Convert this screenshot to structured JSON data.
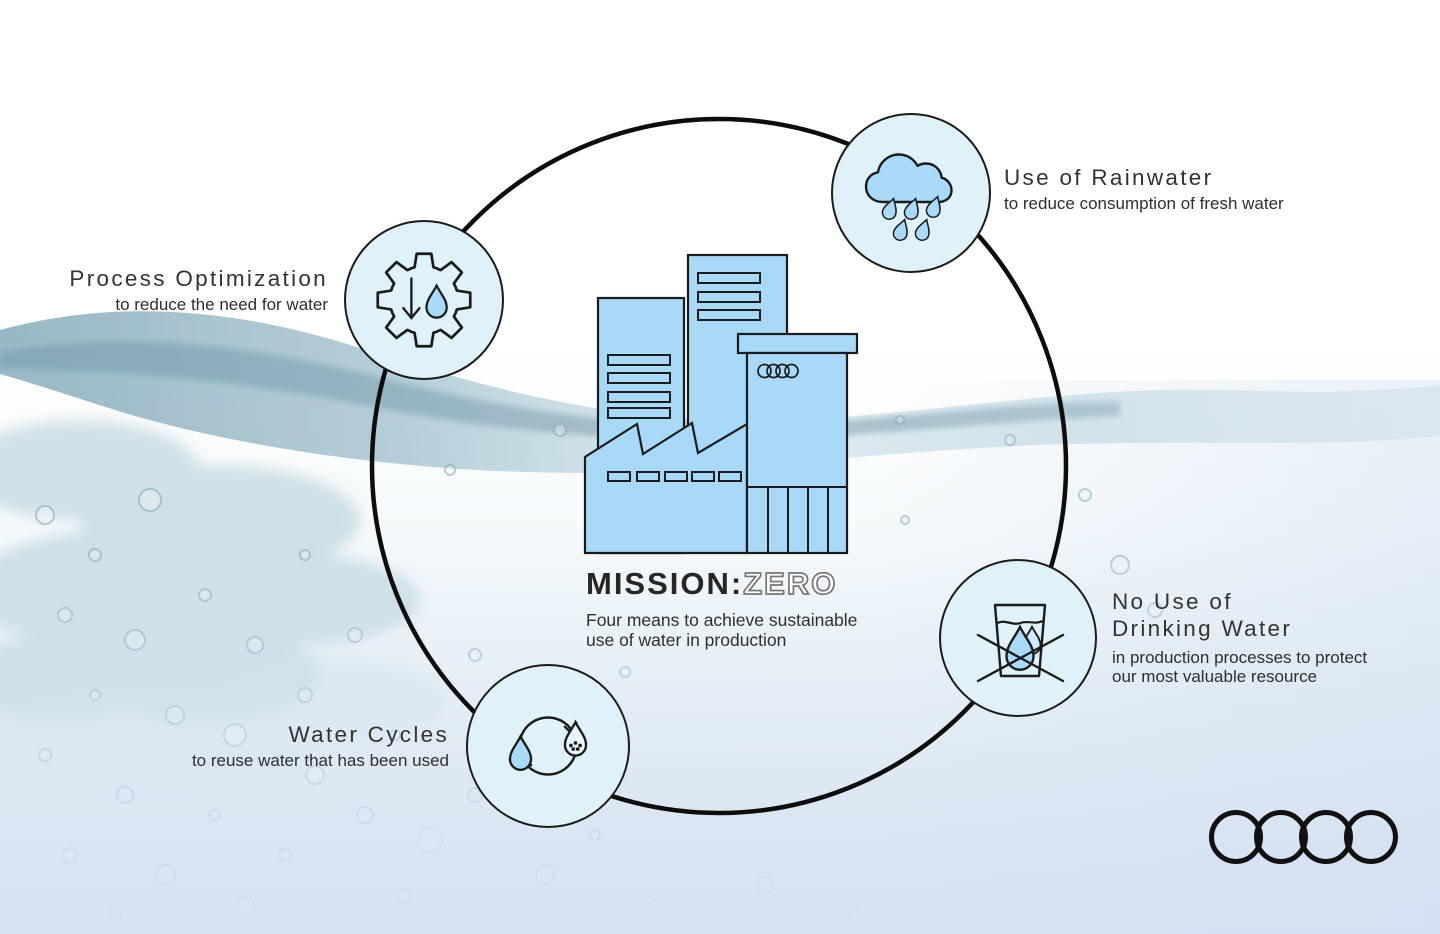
{
  "center": {
    "title_solid": "MISSION:",
    "title_outline": "ZERO",
    "subtitle_line1": "Four means to achieve sustainable",
    "subtitle_line2": "use of water in production"
  },
  "nodes": [
    {
      "id": "process-optimization",
      "title": "Process Optimization",
      "subtitle": "to reduce the need for water",
      "icon": "gear-water-drop-icon"
    },
    {
      "id": "use-of-rainwater",
      "title": "Use of Rainwater",
      "subtitle": "to reduce consumption of fresh water",
      "icon": "rain-cloud-icon"
    },
    {
      "id": "water-cycles",
      "title": "Water Cycles",
      "subtitle": "to reuse water that has been used",
      "icon": "water-cycle-drops-icon"
    },
    {
      "id": "no-use-of-drinking-water",
      "title_line1": "No Use of",
      "title_line2": "Drinking Water",
      "subtitle_line1": "in production processes to protect",
      "subtitle_line2": "our most valuable resource",
      "icon": "crossed-water-glass-icon"
    }
  ],
  "brand": {
    "logo": "audi-four-rings"
  },
  "colors": {
    "icon_fill": "#a8dbf7",
    "node_fill": "#e0f2f9",
    "outline": "#1b1b1b",
    "circle_stroke": "#0d0d0d",
    "heading_text": "#333333",
    "outline_title_stroke": "#767676"
  }
}
